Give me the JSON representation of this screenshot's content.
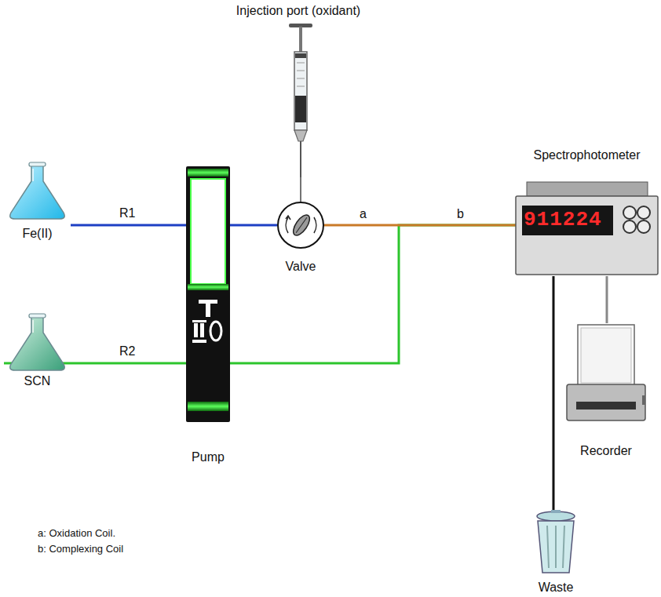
{
  "diagram": {
    "nodes": [
      {
        "text": [
          "Injection port (oxidant)"
        ]
      },
      {
        "text": [
          "Fe(II)"
        ]
      },
      {
        "text": [
          "Pump"
        ]
      },
      {
        "text": [
          "Valve"
        ]
      },
      {
        "text": [
          "Spectrophotometer"
        ]
      },
      {
        "text": [
          "SCN"
        ]
      },
      {
        "text": [
          "Recorder"
        ]
      },
      {
        "text": [
          "Waste"
        ]
      }
    ],
    "edges": [
      {
        "from": 1,
        "to": 2,
        "label": "R1",
        "arrow": "none"
      },
      {
        "from": 2,
        "to": 3,
        "arrow": "none"
      },
      {
        "from": 3,
        "to": 4,
        "arrow": "none"
      },
      {
        "from": 5,
        "to": 2,
        "label": "R2",
        "arrow": "none"
      },
      {
        "from": 2,
        "to": 4,
        "arrow": "none"
      },
      {
        "from": 0,
        "to": 3,
        "arrow": "none"
      },
      {
        "from": 4,
        "to": 7,
        "arrow": "none"
      },
      {
        "from": 4,
        "to": 6,
        "arrow": "none"
      }
    ],
    "labels": [
      "a",
      "b",
      "911224",
      "a: Oxidation Coil.",
      "b: Complexing Coil"
    ]
  }
}
